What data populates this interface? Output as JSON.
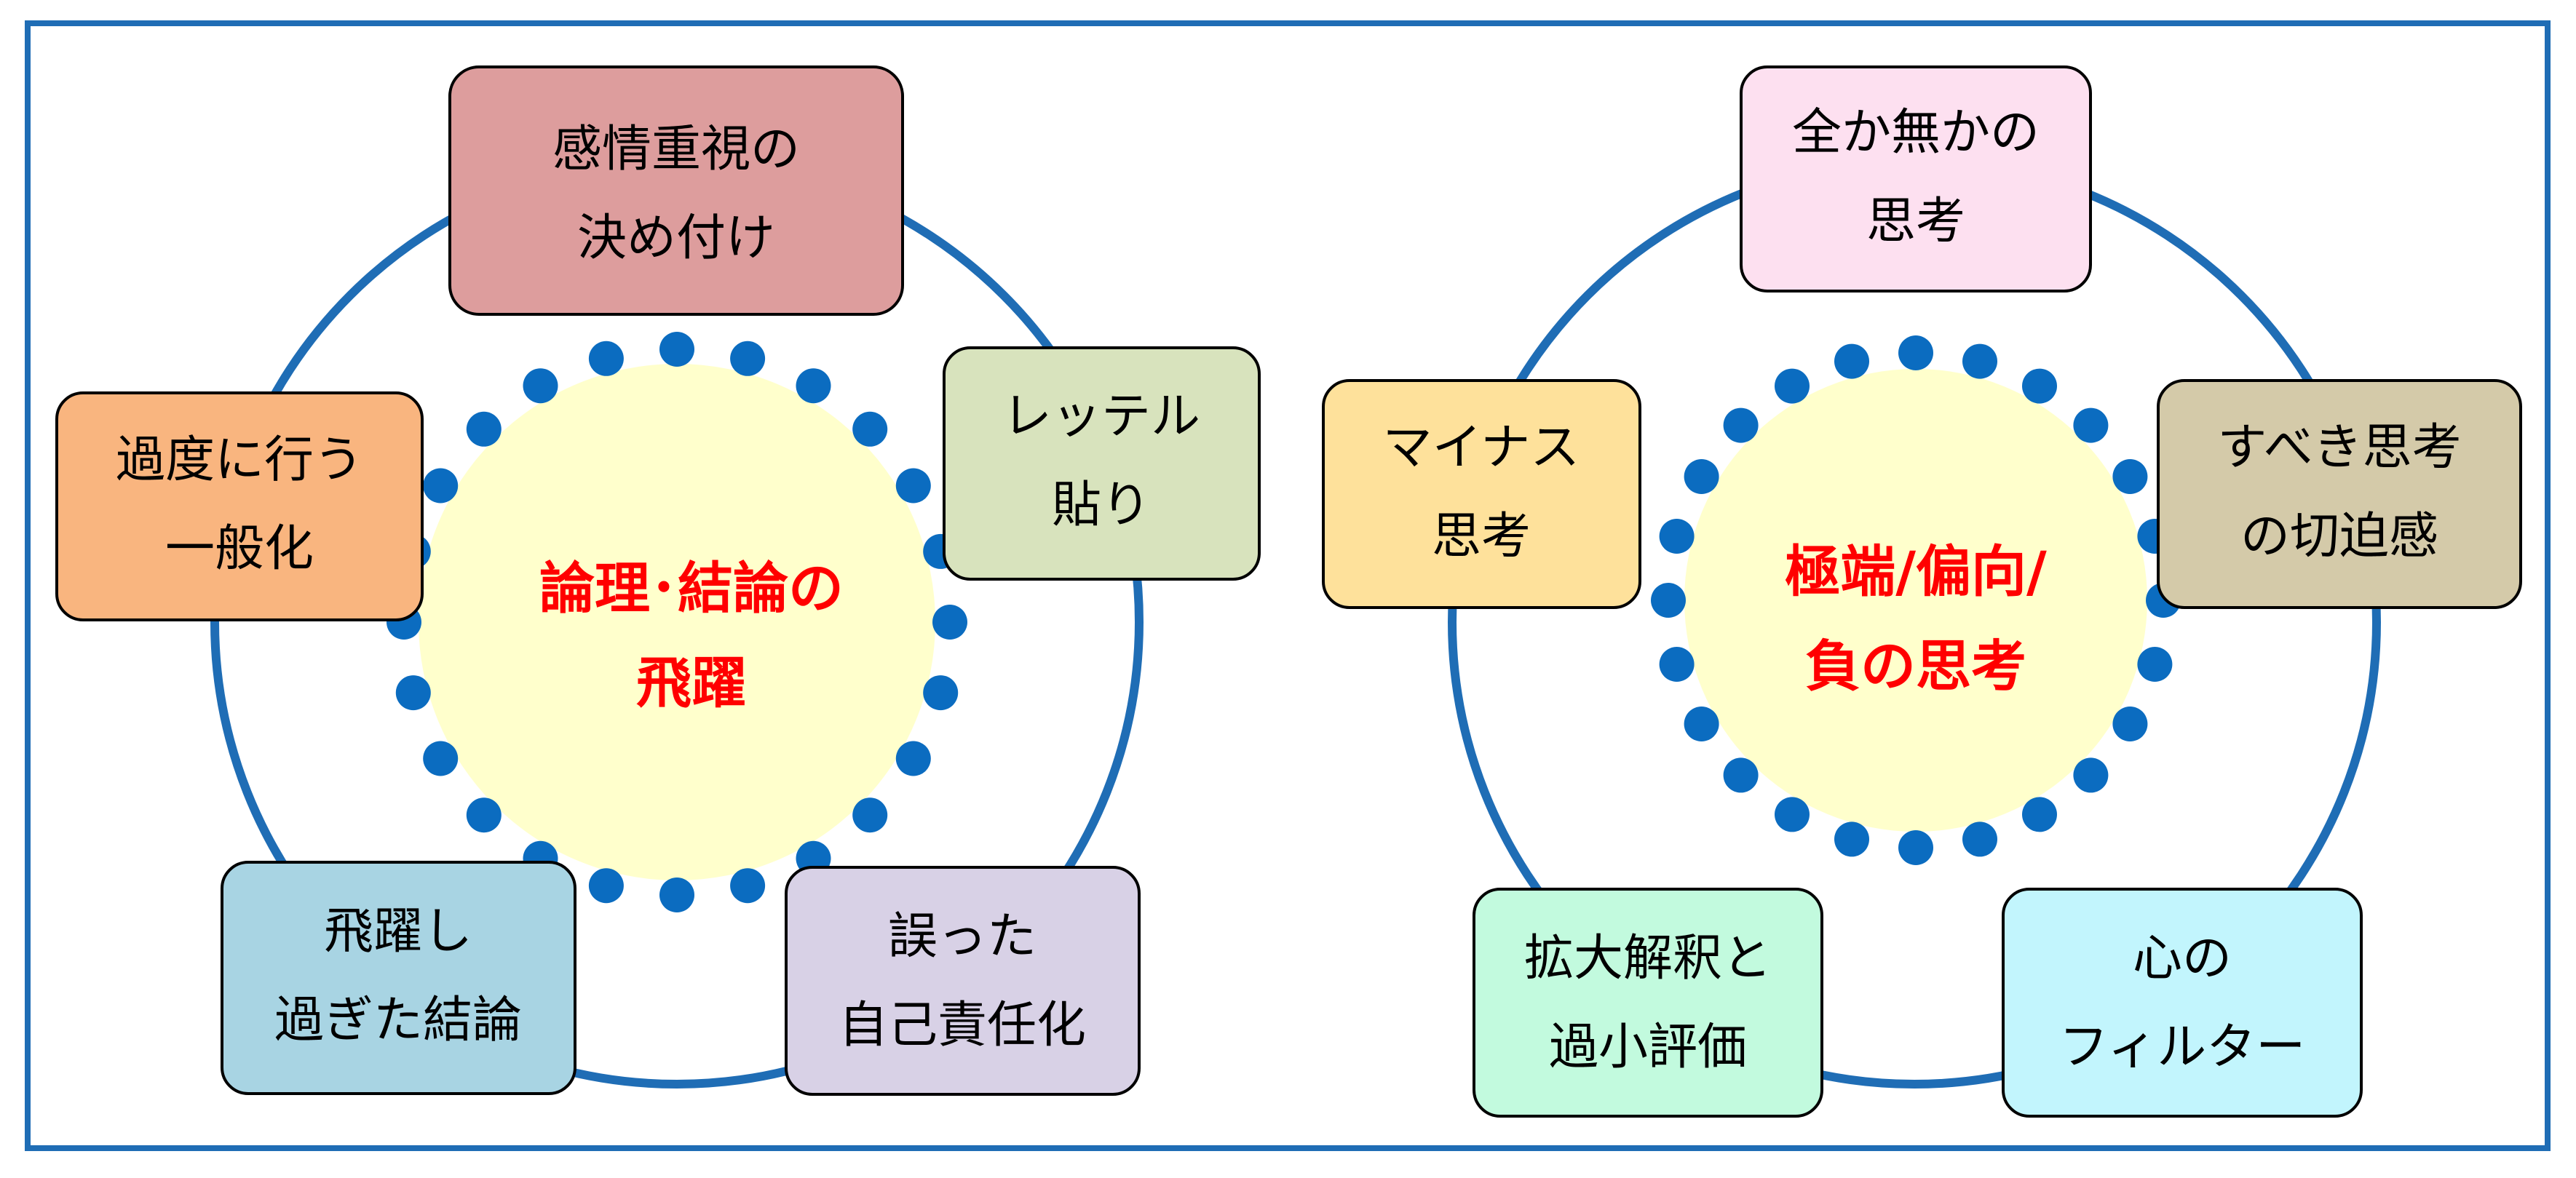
{
  "colors": {
    "frame": "#1f6db5",
    "ring": "#1f6db5",
    "dots": "#0b6cc0",
    "center_fill": "#ffffcc",
    "center_text": "#ff0000"
  },
  "left_diagram": {
    "center": {
      "line1": "論理･結論の",
      "line2": "飛躍"
    },
    "nodes": [
      {
        "line1": "感情重視の",
        "line2": "決め付け",
        "fill": "#dd9d9d"
      },
      {
        "line1": "レッテル",
        "line2": "貼り",
        "fill": "#d8e3bd"
      },
      {
        "line1": "誤った",
        "line2": "自己責任化",
        "fill": "#d8d1e6"
      },
      {
        "line1": "飛躍し",
        "line2": "過ぎた結論",
        "fill": "#a8d4e3"
      },
      {
        "line1": "過度に行う",
        "line2": "一般化",
        "fill": "#f9b57f"
      }
    ]
  },
  "right_diagram": {
    "center": {
      "line1": "極端/偏向/",
      "line2": "負の思考"
    },
    "nodes": [
      {
        "line1": "全か無かの",
        "line2": "思考",
        "fill": "#fde0f0"
      },
      {
        "line1": "すべき思考",
        "line2": "の切迫感",
        "fill": "#d4caa9"
      },
      {
        "line1": "心の",
        "line2": "フィルター",
        "fill": "#c2f5fd"
      },
      {
        "line1": "拡大解釈と",
        "line2": "過小評価",
        "fill": "#c2fade"
      },
      {
        "line1": "マイナス",
        "line2": "思考",
        "fill": "#fee19b"
      }
    ]
  }
}
